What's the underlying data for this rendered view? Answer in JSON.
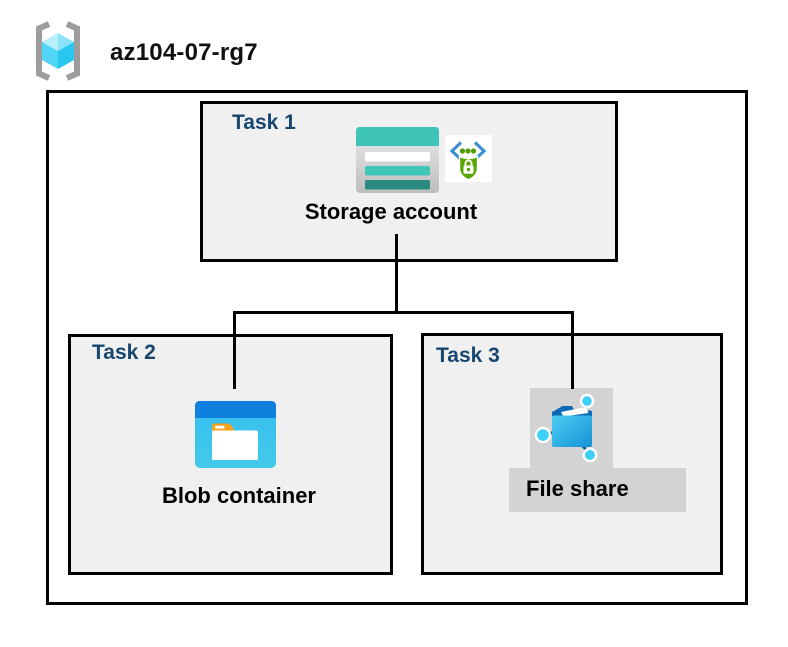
{
  "header": {
    "title": "az104-07-rg7",
    "icon": "resource-group-icon"
  },
  "tasks": [
    {
      "id": "task-1",
      "label": "Task 1",
      "resource": "Storage account",
      "icons": [
        "storage-account-icon",
        "secure-access-icon"
      ]
    },
    {
      "id": "task-2",
      "label": "Task 2",
      "resource": "Blob container",
      "icons": [
        "blob-container-icon"
      ]
    },
    {
      "id": "task-3",
      "label": "Task 3",
      "resource": "File share",
      "icons": [
        "file-share-icon"
      ]
    }
  ],
  "connections": [
    {
      "from": "Storage account",
      "to": "Blob container"
    },
    {
      "from": "Storage account",
      "to": "File share"
    }
  ],
  "colors": {
    "task_label_navy": "#17466f",
    "box_fill_gray": "#f0f0f0",
    "border_black": "#000000",
    "label_band_gray": "#d3d3d3",
    "storage_teal": "#3fc5b6",
    "storage_teal_dark": "#2a8a80",
    "blob_header_blue": "#0f80dd",
    "blob_body_cyan": "#38c0f0",
    "fileshare_cyan": "#3ed1f8",
    "fileshare_flap_blue": "#0c6ab5",
    "shield_green": "#58a700",
    "bracket_blue": "#3b8fd0",
    "folder_tab_orange": "#f6a21d",
    "rg_bracket_gray": "#9d9d9d",
    "rg_cube_cyan": "#2cc8f1"
  }
}
